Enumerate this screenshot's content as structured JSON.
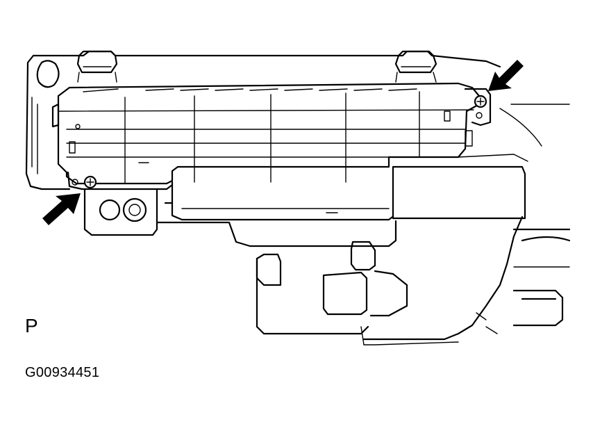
{
  "diagram": {
    "view_label": "P",
    "figure_id": "G00934451",
    "callouts": [
      {
        "name": "upper-right-bolt-arrow",
        "points_to": "bolt"
      },
      {
        "name": "lower-left-bolt-arrow",
        "points_to": "bolt"
      }
    ]
  }
}
